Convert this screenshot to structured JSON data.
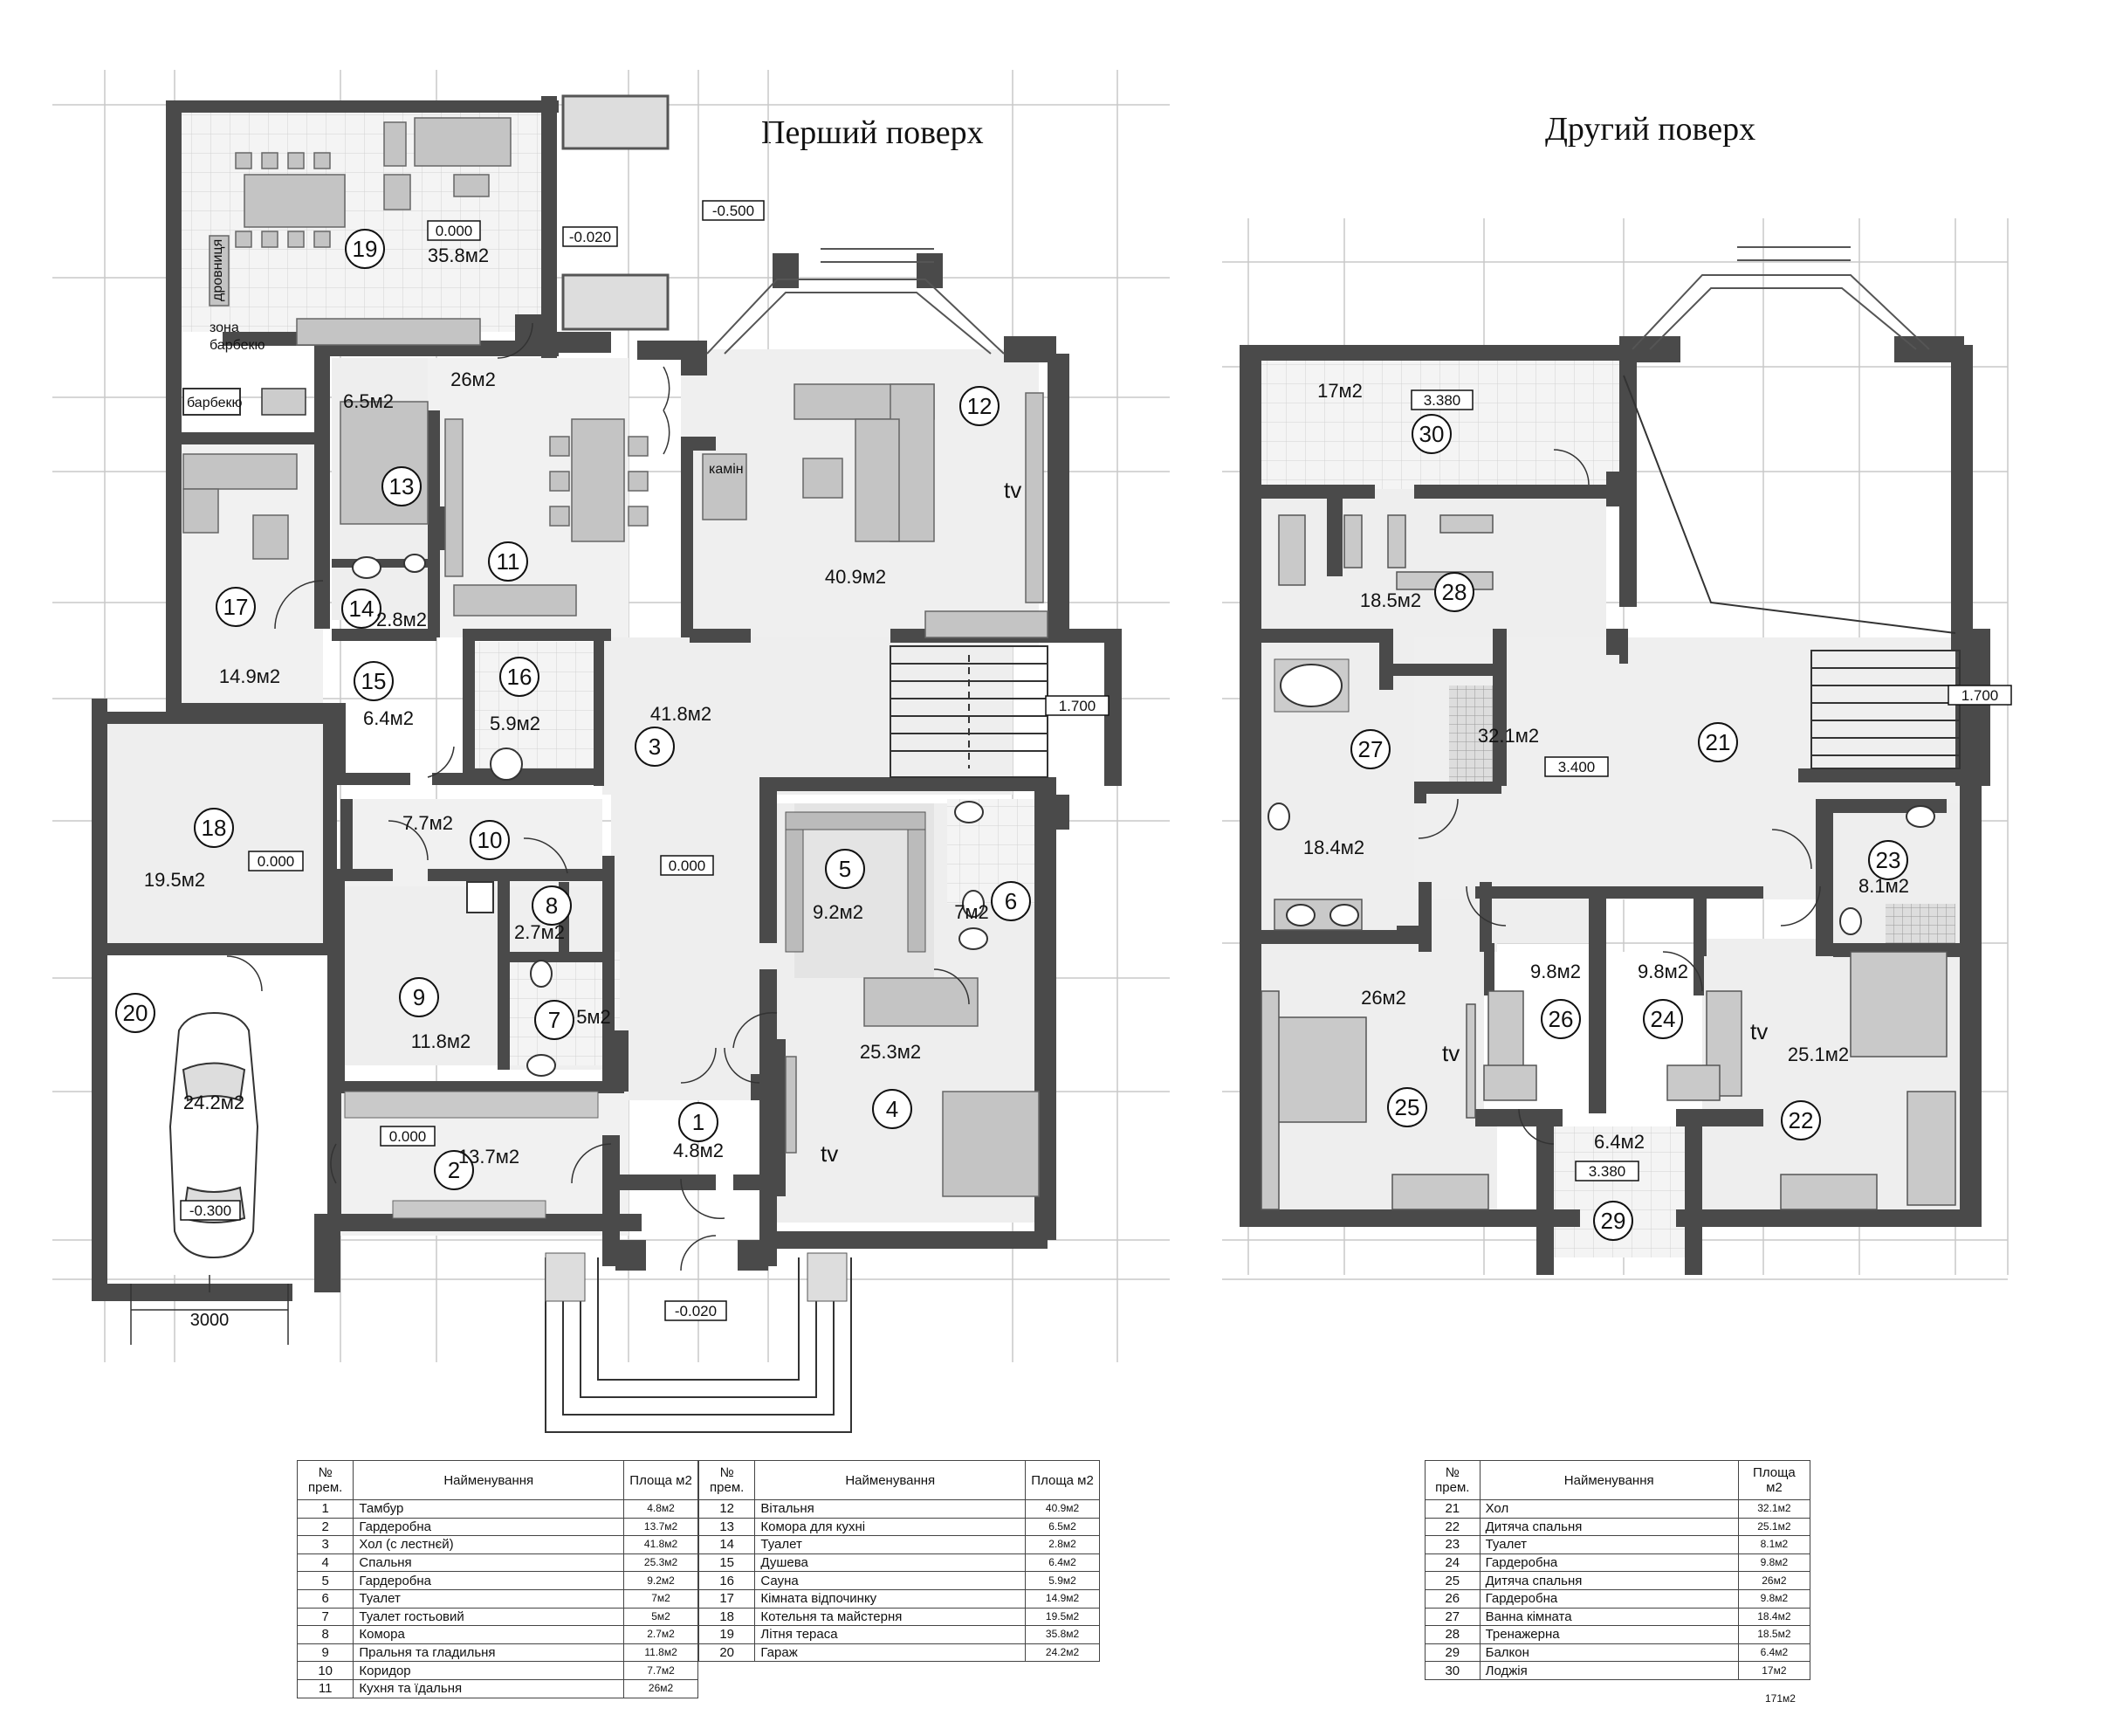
{
  "headings": {
    "floor1": "Перший поверх",
    "floor2": "Другий поверх"
  },
  "levels": {
    "terrace": "0.000",
    "planter": "-0.020",
    "ground": "-0.500",
    "hall1": "0.000",
    "stair1": "1.700",
    "room18": "0.000",
    "wardrobe2": "0.000",
    "garage": "-0.300",
    "entrance": "-0.020",
    "loggia": "3.380",
    "hall2": "3.400",
    "stair2": "1.700",
    "balcony": "3.380"
  },
  "dimension": "3000",
  "room_labels": {
    "r1": {
      "num": "1",
      "area": "4.8м2"
    },
    "r2": {
      "num": "2",
      "area": "13.7м2"
    },
    "r3": {
      "num": "3",
      "area": "41.8м2"
    },
    "r4": {
      "num": "4",
      "area": "25.3м2"
    },
    "r5": {
      "num": "5",
      "area": "9.2м2"
    },
    "r6": {
      "num": "6",
      "area": "7м2"
    },
    "r7": {
      "num": "7",
      "area": "5м2"
    },
    "r8": {
      "num": "8",
      "area": "2.7м2"
    },
    "r9": {
      "num": "9",
      "area": "11.8м2"
    },
    "r10": {
      "num": "10",
      "area": "7.7м2"
    },
    "r11": {
      "num": "11",
      "area": "26м2"
    },
    "r12": {
      "num": "12",
      "area": "40.9м2"
    },
    "r13": {
      "num": "13",
      "area": "6.5м2"
    },
    "r14": {
      "num": "14",
      "area": "2.8м2"
    },
    "r15": {
      "num": "15",
      "area": "6.4м2"
    },
    "r16": {
      "num": "16",
      "area": "5.9м2"
    },
    "r17": {
      "num": "17",
      "area": "14.9м2"
    },
    "r18": {
      "num": "18",
      "area": "19.5м2"
    },
    "r19": {
      "num": "19",
      "area": "35.8м2"
    },
    "r20": {
      "num": "20",
      "area": "24.2м2"
    },
    "r21": {
      "num": "21",
      "area": "32.1м2"
    },
    "r22": {
      "num": "22",
      "area": "25.1м2"
    },
    "r23": {
      "num": "23",
      "area": "8.1м2"
    },
    "r24": {
      "num": "24",
      "area": "9.8м2"
    },
    "r25": {
      "num": "25",
      "area": "26м2"
    },
    "r26": {
      "num": "26",
      "area": "9.8м2"
    },
    "r27": {
      "num": "27",
      "area": "18.4м2"
    },
    "r28": {
      "num": "28",
      "area": "18.5м2"
    },
    "r29": {
      "num": "29",
      "area": "6.4м2"
    },
    "r30": {
      "num": "30",
      "area": "17м2"
    }
  },
  "annotations": {
    "firewood": "дровниця",
    "bbq_zone_1": "зона",
    "bbq_zone_2": "барбекю",
    "bbq": "барбекю",
    "fireplace": "камін",
    "tv": "tv"
  },
  "table_headers": {
    "num": "№ прем.",
    "name": "Найменування",
    "area": "Площа м2"
  },
  "table1_left": [
    {
      "n": "1",
      "name": "Тамбур",
      "area": "4.8м2"
    },
    {
      "n": "2",
      "name": "Гардеробна",
      "area": "13.7м2"
    },
    {
      "n": "3",
      "name": "Хол (с лестнєй)",
      "area": "41.8м2"
    },
    {
      "n": "4",
      "name": "Спальня",
      "area": "25.3м2"
    },
    {
      "n": "5",
      "name": "Гардеробна",
      "area": "9.2м2"
    },
    {
      "n": "6",
      "name": "Туалет",
      "area": "7м2"
    },
    {
      "n": "7",
      "name": "Туалет гостьовий",
      "area": "5м2"
    },
    {
      "n": "8",
      "name": "Комора",
      "area": "2.7м2"
    },
    {
      "n": "9",
      "name": "Пральня та гладильня",
      "area": "11.8м2"
    },
    {
      "n": "10",
      "name": "Коридор",
      "area": "7.7м2"
    },
    {
      "n": "11",
      "name": "Кухня та їдальня",
      "area": "26м2"
    }
  ],
  "table1_right": [
    {
      "n": "12",
      "name": "Вітальня",
      "area": "40.9м2"
    },
    {
      "n": "13",
      "name": "Комора для кухні",
      "area": "6.5м2"
    },
    {
      "n": "14",
      "name": "Туалет",
      "area": "2.8м2"
    },
    {
      "n": "15",
      "name": "Душева",
      "area": "6.4м2"
    },
    {
      "n": "16",
      "name": "Сауна",
      "area": "5.9м2"
    },
    {
      "n": "17",
      "name": "Кімната відпочинку",
      "area": "14.9м2"
    },
    {
      "n": "18",
      "name": "Котельня та майстерня",
      "area": "19.5м2"
    },
    {
      "n": "19",
      "name": "Літня тераса",
      "area": "35.8м2"
    },
    {
      "n": "20",
      "name": "Гараж",
      "area": "24.2м2"
    }
  ],
  "table2": [
    {
      "n": "21",
      "name": "Хол",
      "area": "32.1м2"
    },
    {
      "n": "22",
      "name": "Дитяча спальня",
      "area": "25.1м2"
    },
    {
      "n": "23",
      "name": "Туалет",
      "area": "8.1м2"
    },
    {
      "n": "24",
      "name": "Гардеробна",
      "area": "9.8м2"
    },
    {
      "n": "25",
      "name": "Дитяча спальня",
      "area": "26м2"
    },
    {
      "n": "26",
      "name": "Гардеробна",
      "area": "9.8м2"
    },
    {
      "n": "27",
      "name": "Ванна кімната",
      "area": "18.4м2"
    },
    {
      "n": "28",
      "name": "Тренажерна",
      "area": "18.5м2"
    },
    {
      "n": "29",
      "name": "Балкон",
      "area": "6.4м2"
    },
    {
      "n": "30",
      "name": "Лоджія",
      "area": "17м2"
    }
  ],
  "total_area": "171м2",
  "colors": {
    "wall": "#4a4a4a",
    "floor": "#ececec",
    "tile": "#f3f3f3",
    "furniture": "#bdbdbd",
    "grid": "#c8c8c8",
    "ink": "#111111"
  }
}
